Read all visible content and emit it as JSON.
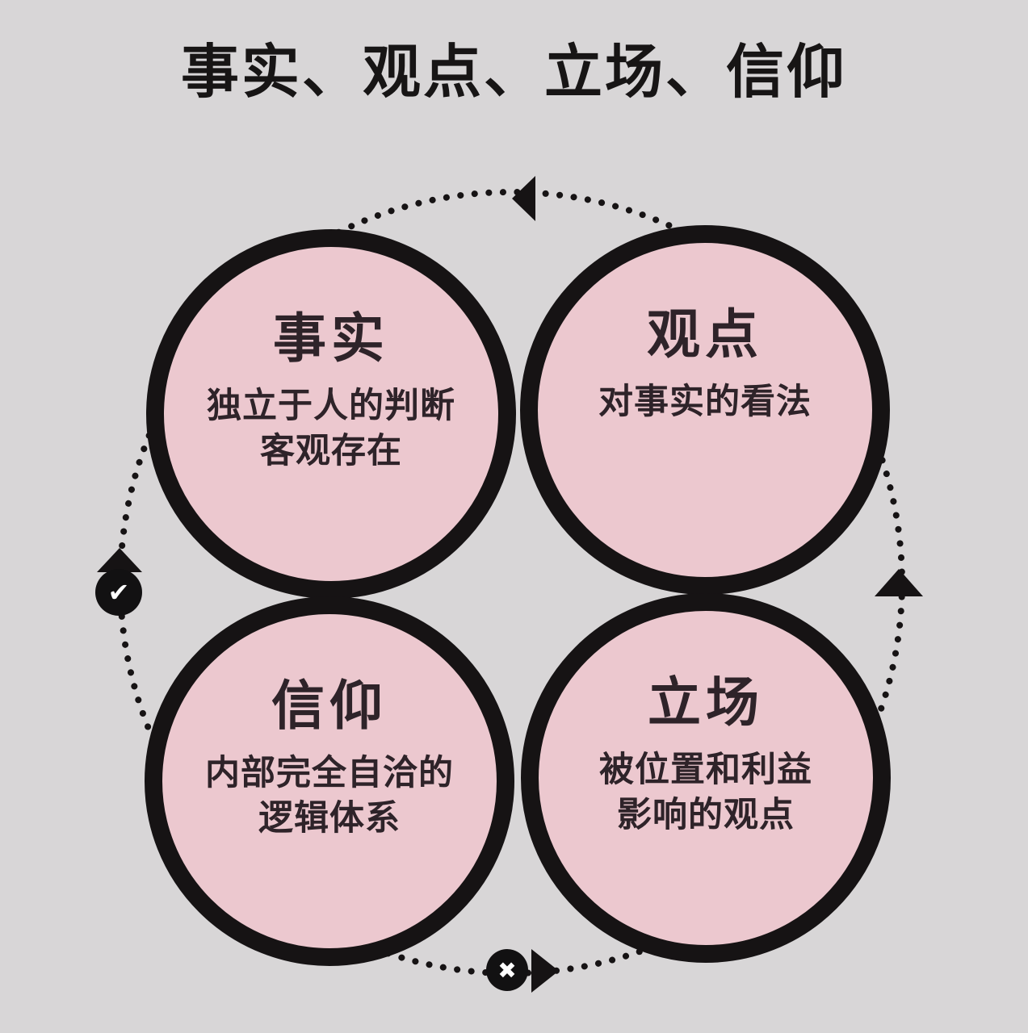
{
  "title": "事实、观点、立场、信仰",
  "colors": {
    "background": "#d8d6d7",
    "circle_fill": "#ecc8cf",
    "circle_border": "#161314",
    "text_dark": "#2e2329",
    "title_color": "#171515",
    "icon_bg": "#121112",
    "icon_glyph": "#ffffff"
  },
  "circles": {
    "fact": {
      "title": "事实",
      "desc_line1": "独立于人的判断",
      "desc_line2": "客观存在"
    },
    "viewpoint": {
      "title": "观点",
      "desc_line1": "对事实的看法",
      "desc_line2": ""
    },
    "belief": {
      "title": "信仰",
      "desc_line1": "内部完全自洽的",
      "desc_line2": "逻辑体系"
    },
    "stance": {
      "title": "立场",
      "desc_line1": "被位置和利益",
      "desc_line2": "影响的观点"
    }
  },
  "icons": {
    "check_glyph": "✔",
    "cross_glyph": "✖",
    "arrow_top": "left-arrowhead",
    "arrow_left": "up-arrowhead",
    "arrow_right": "up-arrowhead",
    "arrow_bottom": "right-arrowhead"
  }
}
